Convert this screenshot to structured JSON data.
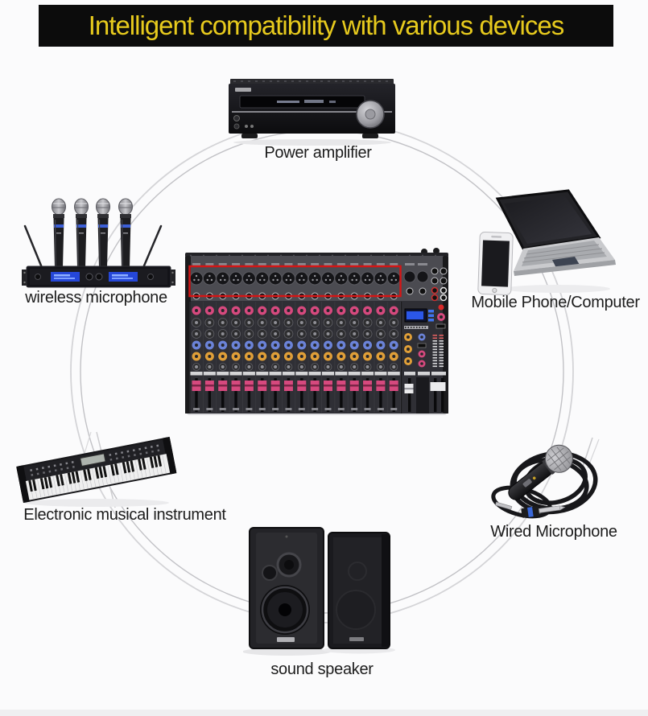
{
  "title": {
    "text": "Intelligent compatibility with various devices"
  },
  "devices": {
    "power_amplifier": {
      "label": "Power amplifier"
    },
    "wireless_microphone": {
      "label": "wireless microphone",
      "mic_count": 4
    },
    "mobile_phone_computer": {
      "label": "Mobile Phone/Computer"
    },
    "electronic_instrument": {
      "label": "Electronic musical instrument"
    },
    "wired_microphone": {
      "label": "Wired Microphone"
    },
    "sound_speaker": {
      "label": "sound speaker",
      "speaker_count": 2
    }
  },
  "mixer": {
    "channel_count": 16,
    "knob_row_colors": [
      "#d6497e",
      "#2e2e30",
      "#2e2e30",
      "#6b83d8",
      "#e09f38",
      "#2e2e30"
    ],
    "fader_color": "#d6497e",
    "xlr_highlight_color": "#d31616",
    "lcd_color": "#2b57e8"
  },
  "colors": {
    "banner_bg": "#0c0c0c",
    "title_text": "#e7ca1d",
    "label_text": "#1c1c1c",
    "page_bg": "#fbfbfc",
    "circle_stroke_outer": "#d4d4d7",
    "circle_stroke_inner": "#c2c2c6"
  }
}
